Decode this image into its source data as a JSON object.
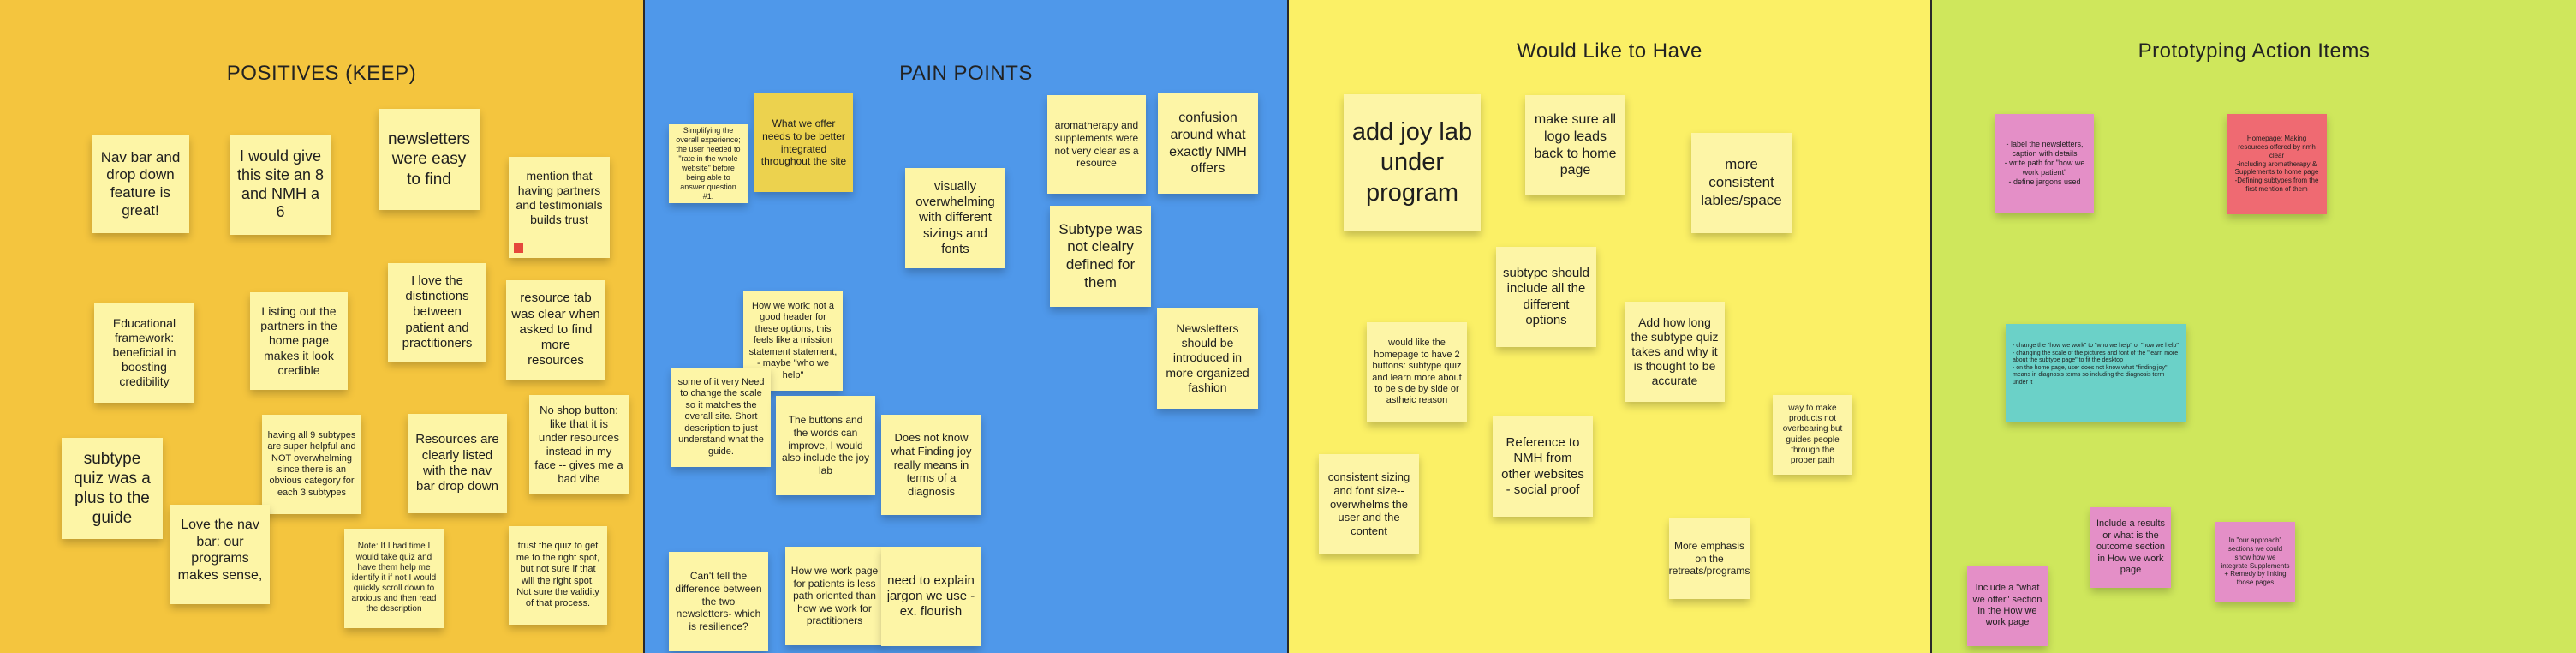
{
  "frames": [
    {
      "title": "POSITIVES (KEEP)",
      "color": "#f4c53e"
    },
    {
      "title": "PAIN POINTS",
      "color": "#4f98ea"
    },
    {
      "title": "Would Like to Have",
      "color": "#fbf066"
    },
    {
      "title": "Prototyping Action Items",
      "color": "#cfe75c"
    }
  ],
  "positives": [
    "Nav bar and drop down feature is great!",
    "I would give this site an 8 and NMH a 6",
    "newsletters were easy to find",
    "mention that having partners and testimonials builds trust",
    "Educational framework: beneficial in boosting credibility",
    "Listing out the partners in the home page makes it look credible",
    "I love the distinctions between patient and practitioners",
    "resource tab was clear when asked to find more resources",
    "subtype quiz was a plus to the guide",
    "having all 9 subtypes are super helpful and NOT overwhelming since there is an obvious category for each 3 subtypes",
    "Resources are clearly listed with the nav bar drop down",
    "No shop button: like that it is under resources instead in my face -- gives me a bad vibe",
    "Love the nav bar: our programs makes sense,",
    "Note: If I had time I would take quiz and have them help me identify it if not I would quickly scroll down to anxious and then read the description",
    "trust the quiz to get me to the right spot, but not sure if that will the right spot. Not sure the validity of that process."
  ],
  "pain_points": [
    "Simplifying the overall experience; the user needed to \"rate in the whole website\" before being able to answer question #1.",
    "What we offer needs to be better integrated throughout the site",
    "aromatherapy and supplements were not very clear as a resource",
    "confusion around what exactly NMH offers",
    "visually overwhelming with different sizings and fonts",
    "Subtype was not clealry defined for them",
    "How we work: not a good header for these options, this feels like a mission statement statement, - maybe \"who we help\"",
    "Newsletters should be introduced in more organized fashion",
    "some of it very Need to change the scale so it matches the overall site. Short description to just understand what the guide.",
    "The buttons and the words can improve, I would also include the joy lab",
    "Does not know what Finding joy really means in terms of a diagnosis",
    "Can't tell the difference between the two newsletters- which is resilience?",
    "How we work page for patients is less path oriented than how we work for practitioners",
    "need to explain jargon we use - ex. flourish"
  ],
  "would_like": [
    "add joy lab under program",
    "make sure all logo leads back to home page",
    "more consistent lables/space",
    "subtype should include all the different options",
    "would like the homepage to have 2 buttons: subtype quiz and learn more about to be side by side or astheic reason",
    "Add how long the subtype quiz takes and why it is thought to be accurate",
    "way to make products not overbearing but guides people through the proper path",
    "consistent sizing and font size-- overwhelms the user and the content",
    "Reference to NMH from other websites - social proof",
    "More emphasis on the retreats/programs"
  ],
  "actions": [
    "- label the newsletters, caption with details\n- write path for \"how we work patient\"\n- define jargons used",
    "Homepage: Making resources offered by nmh clear\n-including aromatherapy & Supplements to home page\n-Defining subtypes from the first mention of them",
    "- change the \"how we work\" to \"who we help\" or \"how we help\"\n- changing the scale of the pictures and font of the \"learn more about the subtype page\" to fit the desktop\n- on the home page, user does not know what \"finding joy\" means in diagnosis terms so including the diagnosis term under it",
    "Include a results or what is the outcome section in How we work page",
    "In \"our approach\" sections we could show how we integrate Supplements + Remedy by linking those pages",
    "Include a \"what we offer\" section in the How we work page"
  ],
  "colors": {
    "yellow_note": "#fdf5a6",
    "gold_note": "#ecd24e",
    "pink_note": "#e48fc7",
    "red_note": "#ef6a72",
    "teal_note": "#6bd1c8"
  }
}
